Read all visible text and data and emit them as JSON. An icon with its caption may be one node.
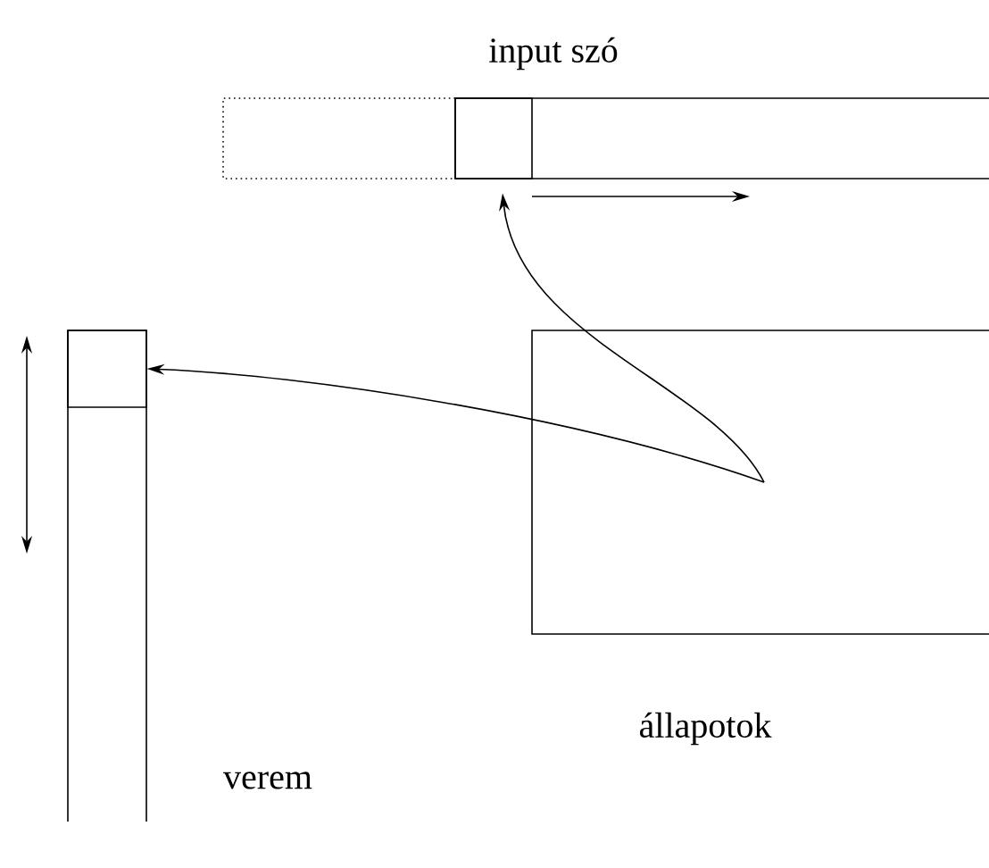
{
  "diagram": {
    "nodes": [
      {
        "text": [
          "input szó"
        ]
      },
      {
        "text": [],
        "shape": "box",
        "in": 0
      },
      {
        "text": [
          "állapotok"
        ]
      },
      {
        "text": [
          "verem"
        ]
      },
      {
        "text": [],
        "shape": "box",
        "in": 3
      }
    ],
    "edges": [
      {
        "from": 2,
        "to": 1,
        "arrow": "to"
      },
      {
        "from": 2,
        "to": 4,
        "arrow": "to"
      }
    ]
  }
}
